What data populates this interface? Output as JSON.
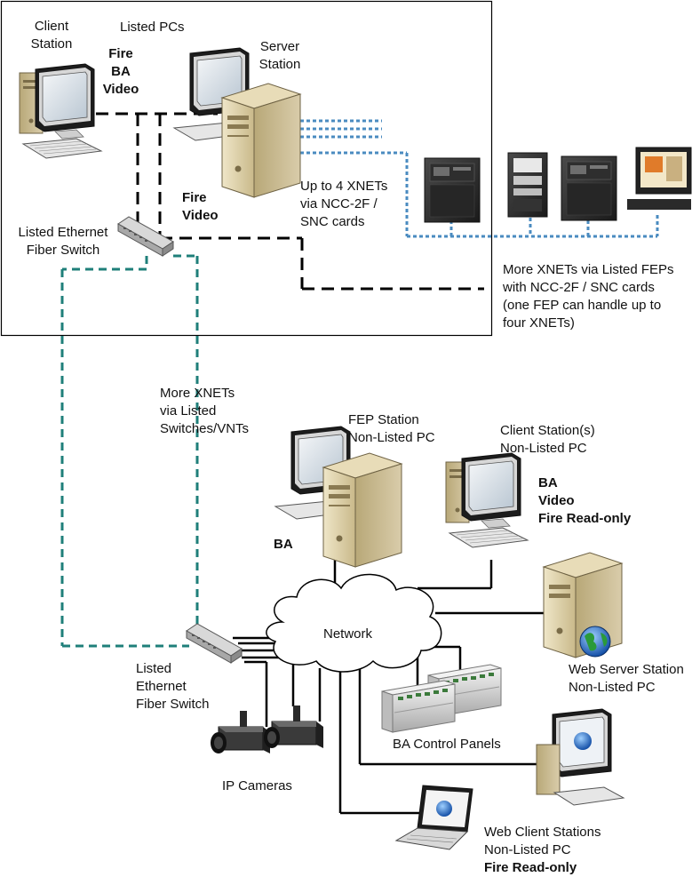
{
  "colors": {
    "fire_line": "#000000",
    "xnet_line": "#4a8bc0",
    "fiber_line": "#1f7f7a",
    "network_line": "#000000"
  },
  "labels": {
    "client_station": [
      "Client",
      "Station"
    ],
    "listed_pcs": "Listed PCs",
    "client_roles": [
      "Fire",
      "BA",
      "Video"
    ],
    "server_station": [
      "Server",
      "Station"
    ],
    "server_roles": [
      "Fire",
      "Video"
    ],
    "xnets_cards": [
      "Up to 4 XNETs",
      "via NCC-2F /",
      "SNC cards"
    ],
    "listed_switch_top": [
      "Listed Ethernet",
      "Fiber Switch"
    ],
    "more_xnets_feps": [
      "More XNETs via Listed FEPs",
      "with NCC-2F / SNC cards",
      "(one FEP can handle up to",
      "four XNETs)"
    ],
    "more_xnets_switches": [
      "More XNETs",
      "via Listed",
      "Switches/VNTs"
    ],
    "fep_station": [
      "FEP Station",
      "Non-Listed PC"
    ],
    "fep_role": "BA",
    "client_stations": [
      "Client Station(s)",
      "Non-Listed PC"
    ],
    "client_stations_roles": [
      "BA",
      "Video",
      "Fire Read-only"
    ],
    "network": "Network",
    "web_server": [
      "Web Server Station",
      "Non-Listed PC"
    ],
    "listed_switch_bottom": [
      "Listed",
      "Ethernet",
      "Fiber Switch"
    ],
    "ba_panels": "BA Control Panels",
    "ip_cameras": "IP Cameras",
    "web_clients": [
      "Web Client Stations",
      "Non-Listed PC"
    ],
    "web_clients_role": "Fire Read-only"
  },
  "icons": [
    "desktop-pc-icon",
    "server-tower-icon",
    "fire-panel-icon",
    "ethernet-switch-icon",
    "network-cloud-icon",
    "ba-control-panel-icon",
    "ip-camera-icon",
    "laptop-icon",
    "globe-icon"
  ]
}
